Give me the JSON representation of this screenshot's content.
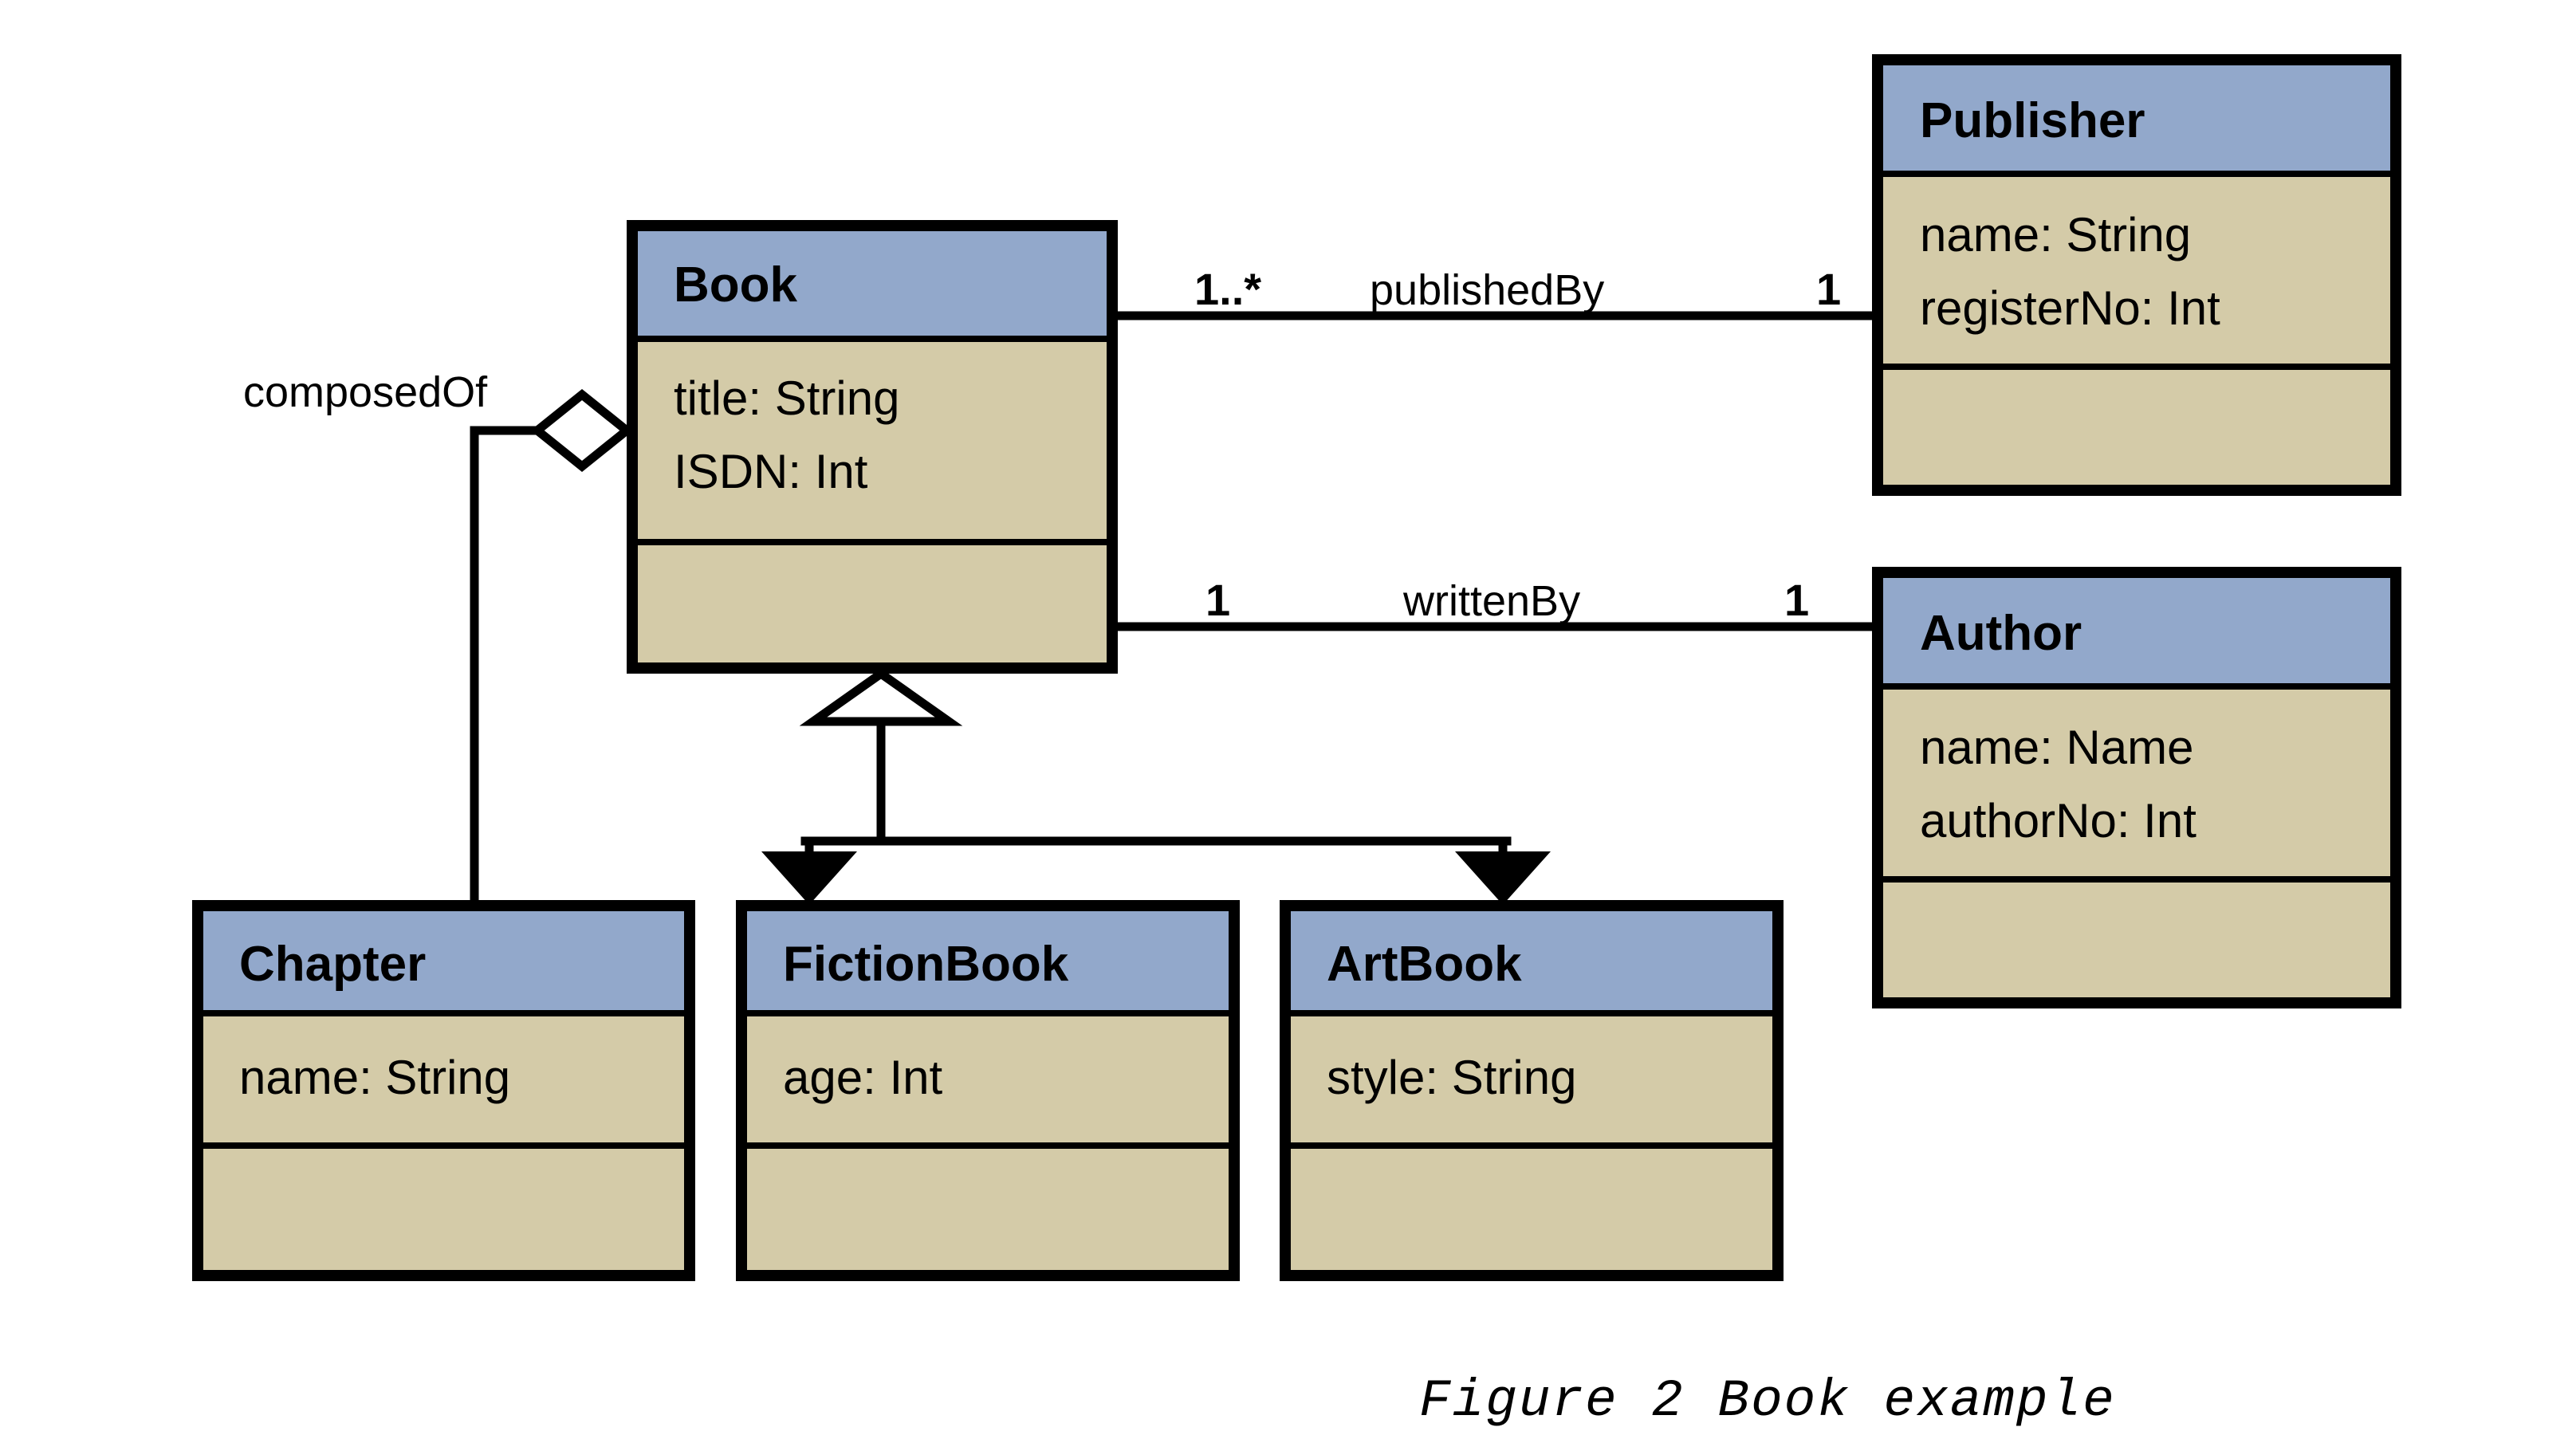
{
  "figure": {
    "caption": "Figure 2 Book example",
    "diagram_type": "UML class diagram"
  },
  "colors": {
    "class_header_fill": "#92a8cb",
    "class_body_fill": "#d4cba8",
    "line": "#000000",
    "background": "#ffffff"
  },
  "classes": {
    "book": {
      "name": "Book",
      "attributes": [
        "title: String",
        "ISDN: Int"
      ],
      "operations": []
    },
    "publisher": {
      "name": "Publisher",
      "attributes": [
        "name: String",
        "registerNo: Int"
      ],
      "operations": []
    },
    "author": {
      "name": "Author",
      "attributes": [
        "name: Name",
        "authorNo: Int"
      ],
      "operations": []
    },
    "chapter": {
      "name": "Chapter",
      "attributes": [
        "name: String"
      ],
      "operations": []
    },
    "fictionbook": {
      "name": "FictionBook",
      "attributes": [
        "age: Int"
      ],
      "operations": []
    },
    "artbook": {
      "name": "ArtBook",
      "attributes": [
        "style: String"
      ],
      "operations": []
    }
  },
  "relationships": {
    "published_by": {
      "label": "publishedBy",
      "kind": "association",
      "source": "Book",
      "target": "Publisher",
      "source_multiplicity": "1..*",
      "target_multiplicity": "1"
    },
    "written_by": {
      "label": "writtenBy",
      "kind": "association",
      "source": "Book",
      "target": "Author",
      "source_multiplicity": "1",
      "target_multiplicity": "1"
    },
    "composed_of": {
      "label": "composedOf",
      "kind": "aggregation",
      "source": "Book",
      "target": "Chapter",
      "source_multiplicity": "",
      "target_multiplicity": ""
    },
    "generalization_fiction": {
      "label": "",
      "kind": "generalization",
      "source": "FictionBook",
      "target": "Book"
    },
    "generalization_art": {
      "label": "",
      "kind": "generalization",
      "source": "ArtBook",
      "target": "Book"
    }
  }
}
